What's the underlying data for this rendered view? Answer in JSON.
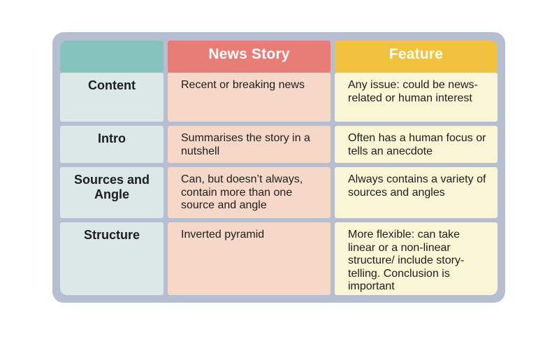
{
  "palette": {
    "frame": "#b6bfd2",
    "corner_header_bg": "#87c3bd",
    "row_label_bg": "#dce8e8",
    "news_header_bg": "#e87c76",
    "news_cell_bg": "#f6d8c9",
    "feature_header_bg": "#f0c23e",
    "feature_cell_bg": "#faf5d5",
    "header_text": "#ffffff",
    "body_text": "#1d1d1d",
    "page_bg": "#ffffff"
  },
  "table": {
    "corner_label": "",
    "columns": [
      {
        "id": "news_story",
        "label": "News Story"
      },
      {
        "id": "feature",
        "label": "Feature"
      }
    ],
    "rows": [
      {
        "label": "Content",
        "news_story": "Recent or breaking news",
        "feature": "Any issue: could be news-related or human interest"
      },
      {
        "label": "Intro",
        "news_story": "Summarises the story in a nutshell",
        "feature": "Often has a human focus or tells an anecdote"
      },
      {
        "label": "Sources and Angle",
        "news_story": "Can, but doesn’t always, contain more than one source and angle",
        "feature": "Always contains a variety of sources and angles"
      },
      {
        "label": "Structure",
        "news_story": "Inverted pyramid",
        "feature": "More flexible: can take linear or a non-linear structure/ include story-telling. Conclusion is important"
      }
    ]
  }
}
